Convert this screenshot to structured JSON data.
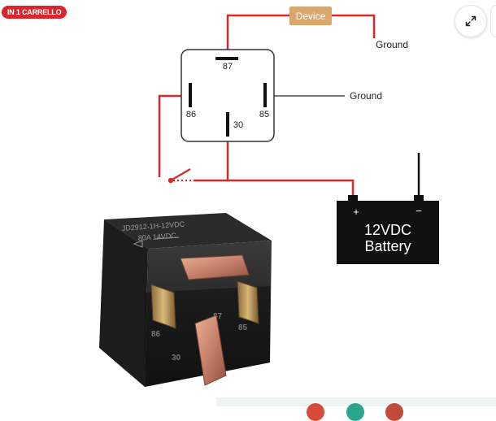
{
  "badge": {
    "label": "IN 1 CARRELLO"
  },
  "diagram": {
    "device_label": "Device",
    "ground_label_top": "Ground",
    "ground_label_mid": "Ground",
    "pins": {
      "p87": "87",
      "p86": "86",
      "p85": "85",
      "p30": "30"
    },
    "battery": {
      "plus": "+",
      "minus": "−",
      "line1": "12VDC",
      "line2": "Battery"
    }
  },
  "photo": {
    "print_line1": "JD2912-1H-12VDC",
    "print_line2": "80A 14VDC",
    "pin_87": "87",
    "pin_86": "86",
    "pin_85": "85",
    "pin_30": "30"
  },
  "colors": {
    "wire": "#d42a2a",
    "ground_wire": "#7a7a7a",
    "device": "#d9a66e",
    "battery": "#111111"
  },
  "icons": {
    "expand": "expand-arrows-icon"
  }
}
